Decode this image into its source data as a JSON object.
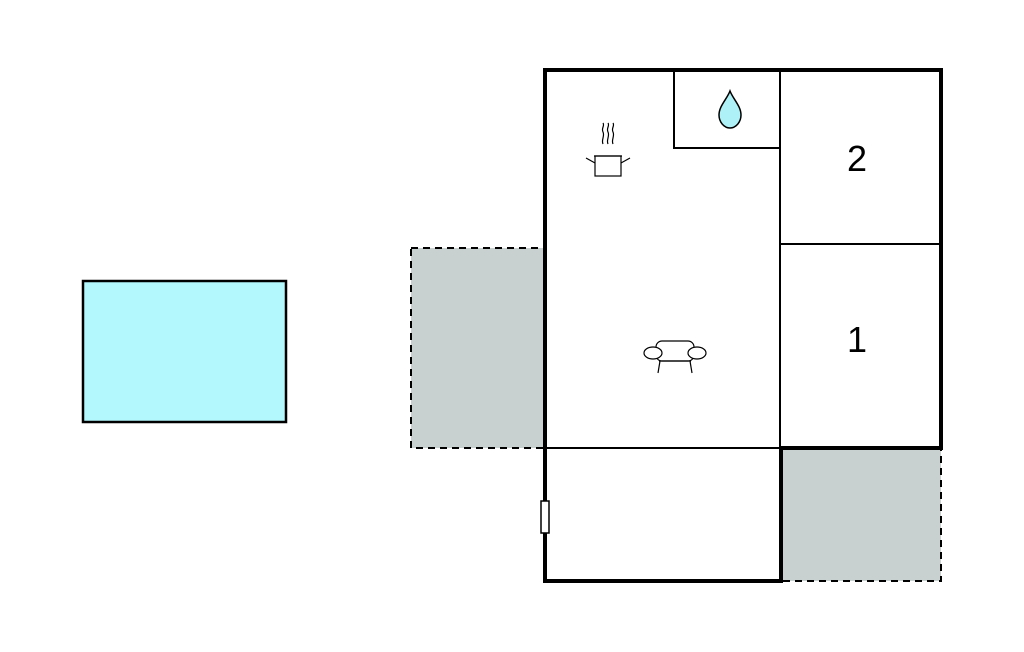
{
  "floor_plan": {
    "rooms": [
      {
        "label": "2",
        "type": "bedroom"
      },
      {
        "label": "1",
        "type": "bedroom"
      }
    ],
    "icons": [
      {
        "name": "kitchen-pot-icon",
        "meaning": "kitchen"
      },
      {
        "name": "water-drop-icon",
        "meaning": "bathroom"
      },
      {
        "name": "armchair-icon",
        "meaning": "living-room"
      },
      {
        "name": "door-marker-icon",
        "meaning": "entrance"
      }
    ],
    "areas": [
      {
        "name": "pool",
        "color": "#b3f8fd"
      },
      {
        "name": "terrace-west",
        "color": "#c9d0d0",
        "border": "dashed"
      },
      {
        "name": "terrace-south-east",
        "color": "#c9d0d0",
        "border": "dashed"
      }
    ],
    "colors": {
      "wall": "#000000",
      "pool": "#b3f8fd",
      "terrace": "#c9d0d0",
      "water_drop": "#aef2f7"
    }
  }
}
